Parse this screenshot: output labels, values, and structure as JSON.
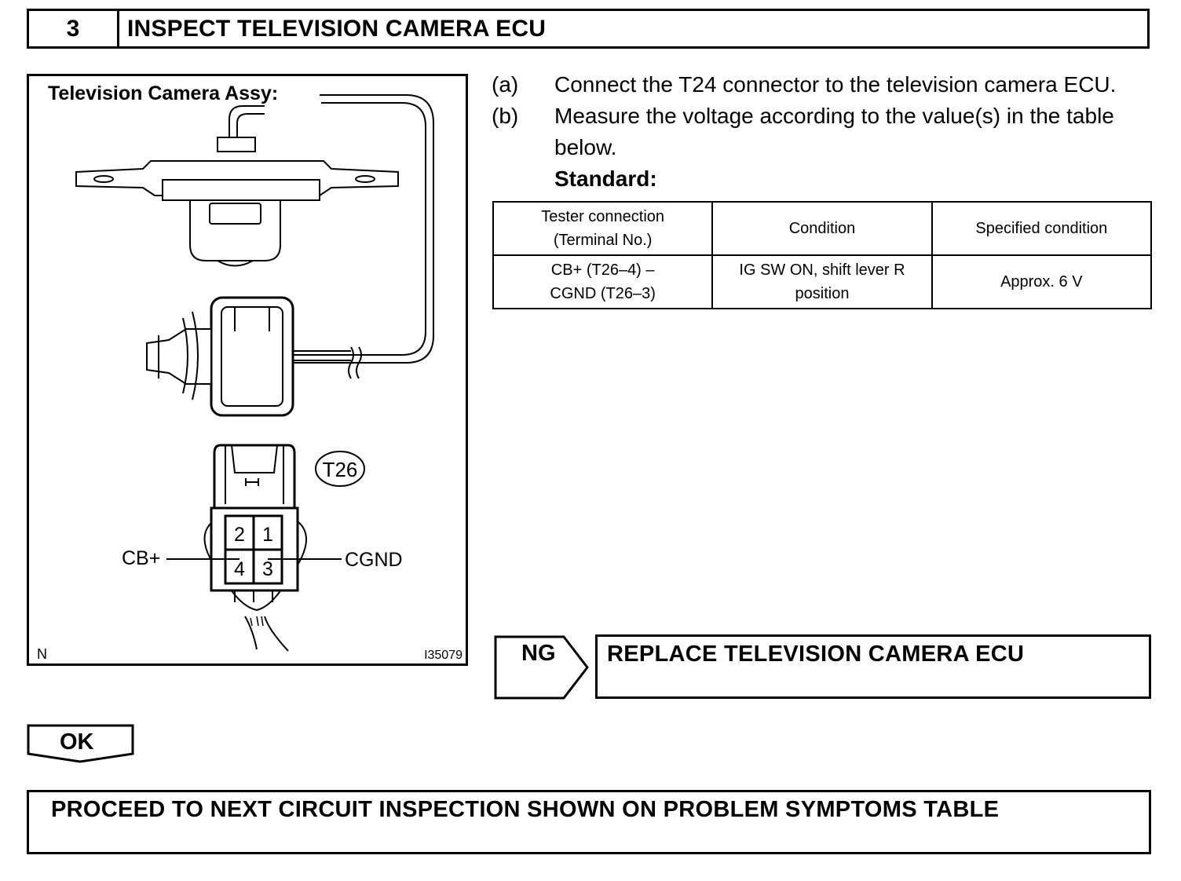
{
  "step": {
    "number": "3",
    "title": "INSPECT TELEVISION CAMERA ECU"
  },
  "illustration": {
    "title": "Television Camera Assy:",
    "connector_label": "T26",
    "pins": [
      "2",
      "1",
      "4",
      "3"
    ],
    "left_label": "CB+",
    "right_label": "CGND",
    "corner_left": "N",
    "corner_right": "I35079"
  },
  "instructions": [
    {
      "label": "(a)",
      "lines": [
        "Connect the T24 connector to the television camera ECU."
      ]
    },
    {
      "label": "(b)",
      "lines": [
        "Measure the voltage according to the value(s) in the table",
        "below."
      ]
    }
  ],
  "standard_label": "Standard:",
  "table": {
    "headers": [
      [
        "Tester connection",
        "(Terminal No.)"
      ],
      [
        "Condition"
      ],
      [
        "Specified condition"
      ]
    ],
    "rows": [
      [
        [
          "CB+ (T26–4) –",
          "CGND (T26–3)"
        ],
        [
          "IG SW ON, shift lever R",
          "position"
        ],
        [
          "Approx. 6 V"
        ]
      ]
    ]
  },
  "ng": {
    "label": "NG",
    "action": "REPLACE TELEVISION CAMERA ECU"
  },
  "ok": {
    "label": "OK"
  },
  "final_action": "PROCEED TO NEXT CIRCUIT INSPECTION SHOWN ON PROBLEM SYMPTOMS TABLE"
}
